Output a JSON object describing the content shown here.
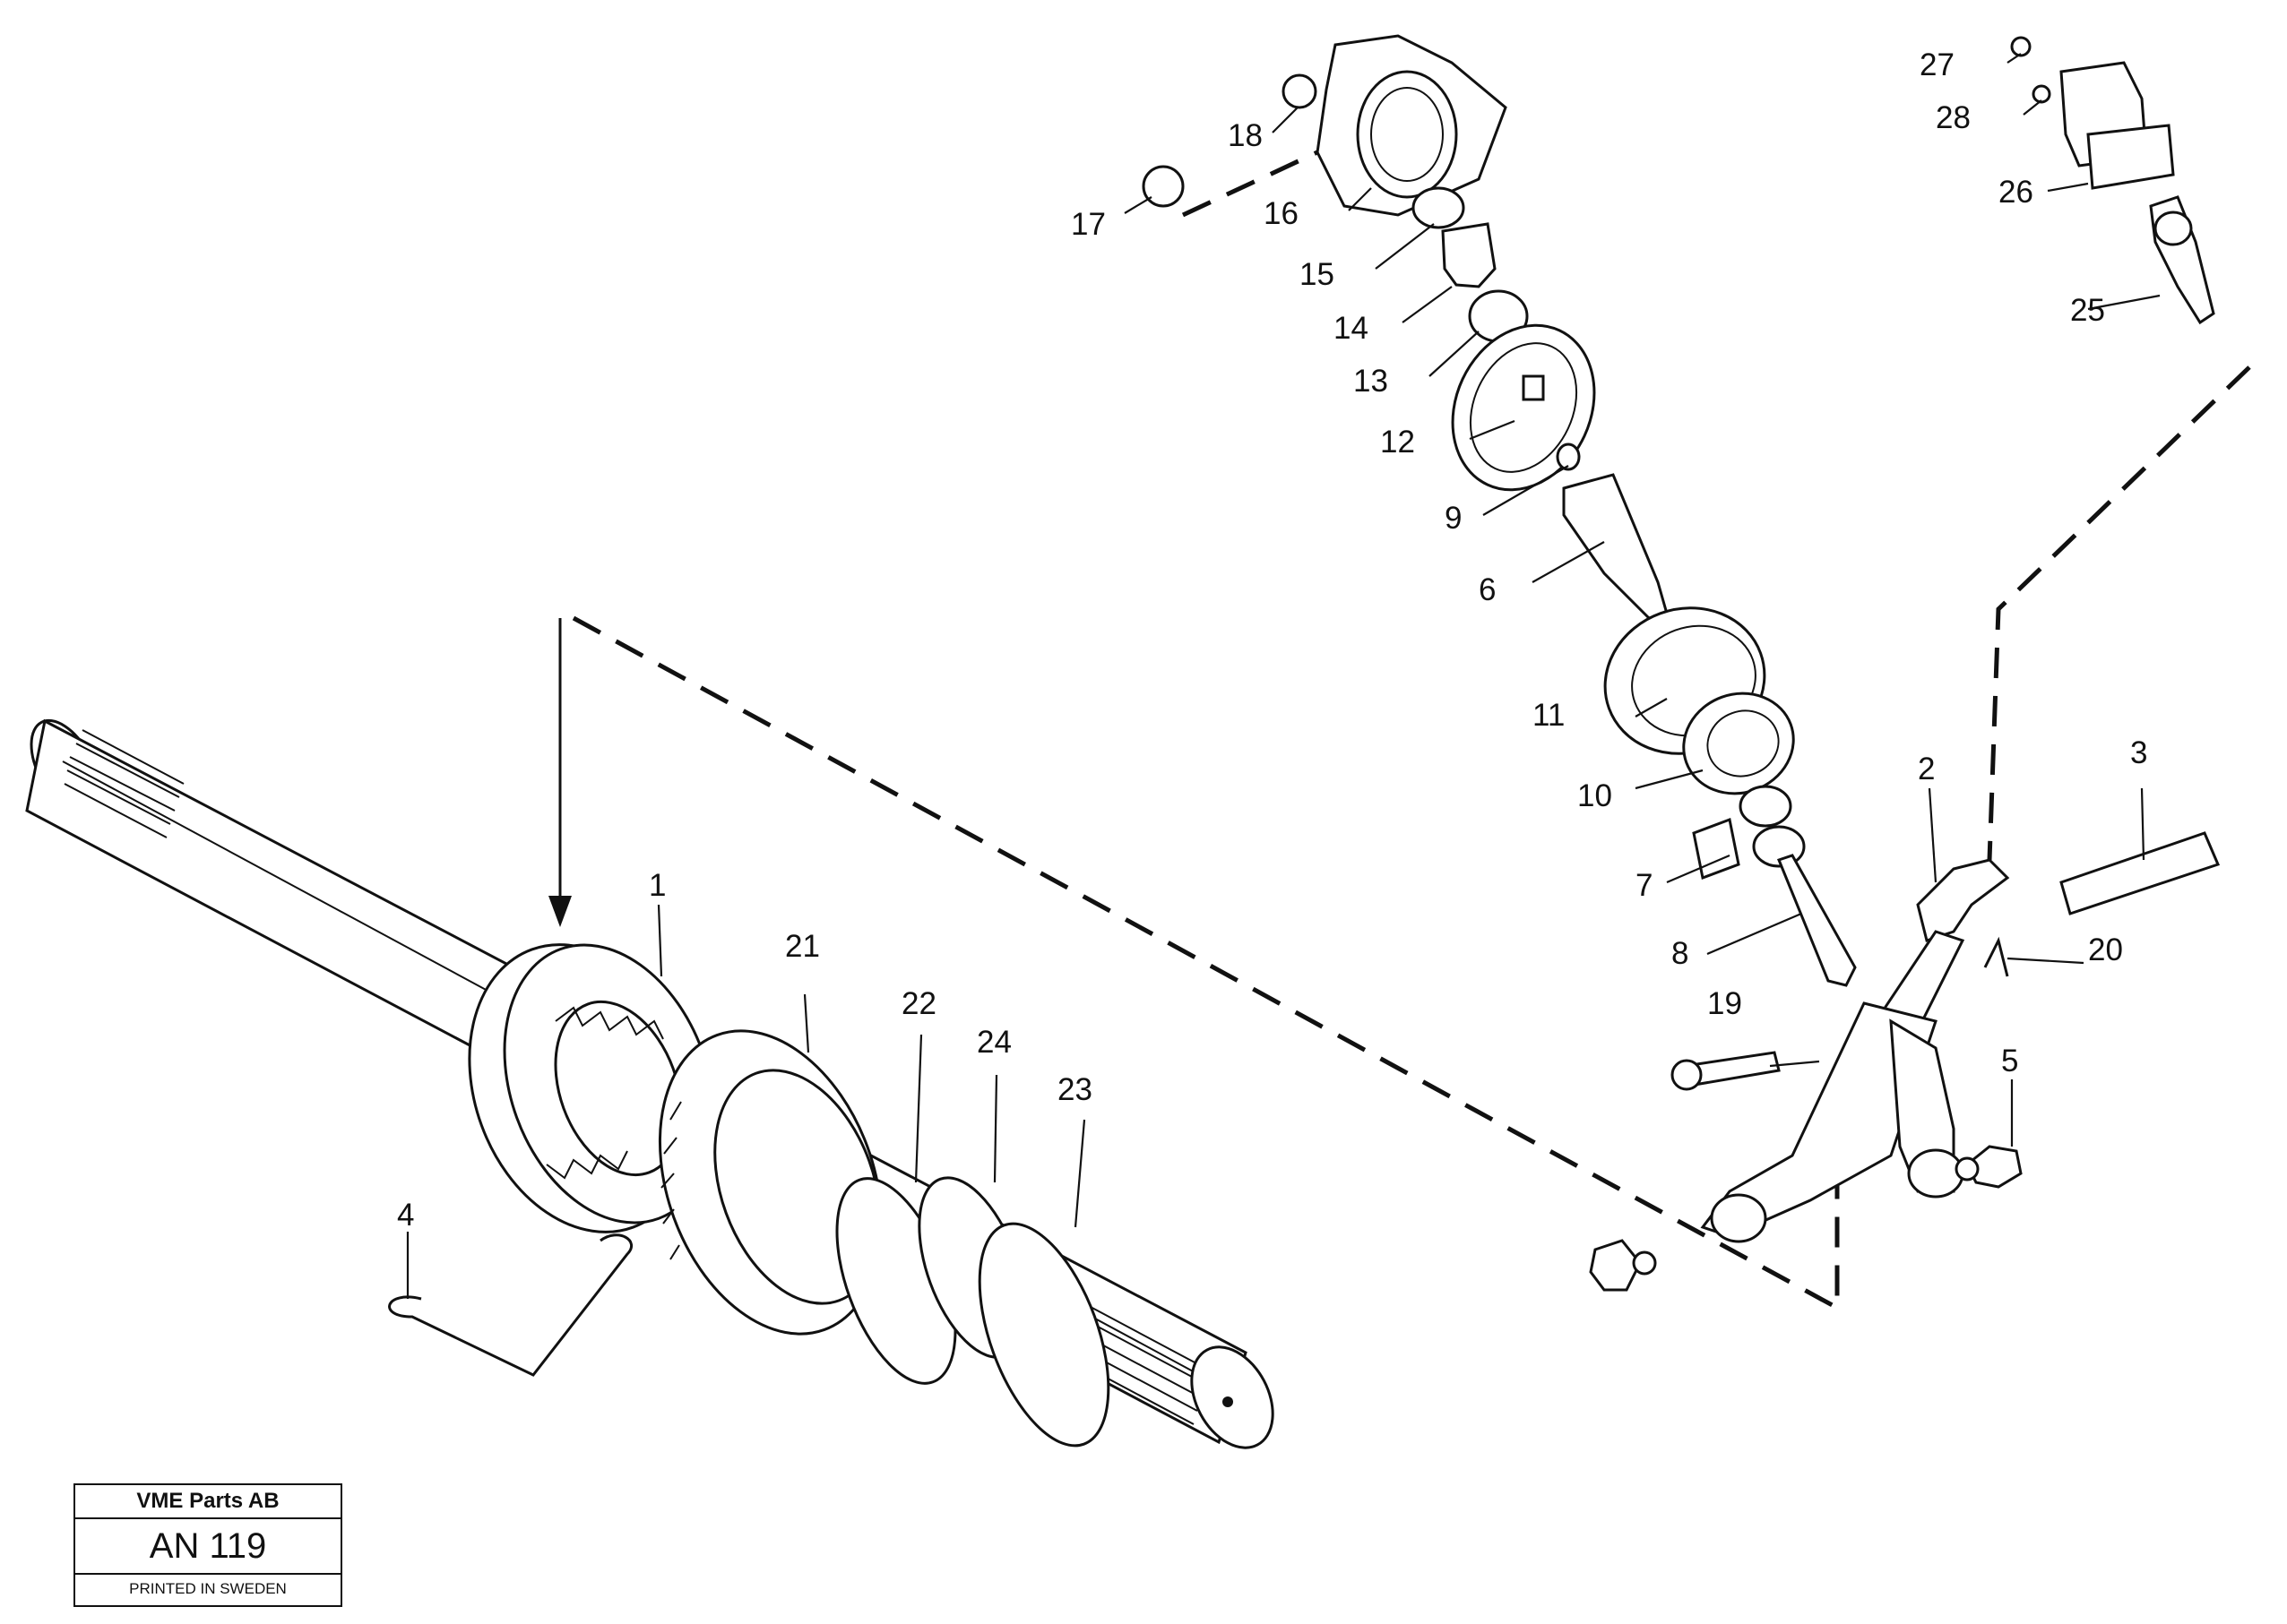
{
  "title_block": {
    "company": "VME Parts AB",
    "code": "AN 119",
    "printed": "PRINTED IN SWEDEN"
  },
  "callouts": {
    "c1": "1",
    "c2": "2",
    "c3": "3",
    "c4": "4",
    "c5": "5",
    "c6": "6",
    "c7": "7",
    "c8": "8",
    "c9": "9",
    "c10": "10",
    "c11": "11",
    "c12": "12",
    "c13": "13",
    "c14": "14",
    "c15": "15",
    "c16": "16",
    "c17": "17",
    "c18": "18",
    "c19": "19",
    "c20": "20",
    "c21": "21",
    "c22": "22",
    "c23": "23",
    "c24": "24",
    "c25": "25",
    "c26": "26",
    "c27": "27",
    "c28": "28"
  }
}
